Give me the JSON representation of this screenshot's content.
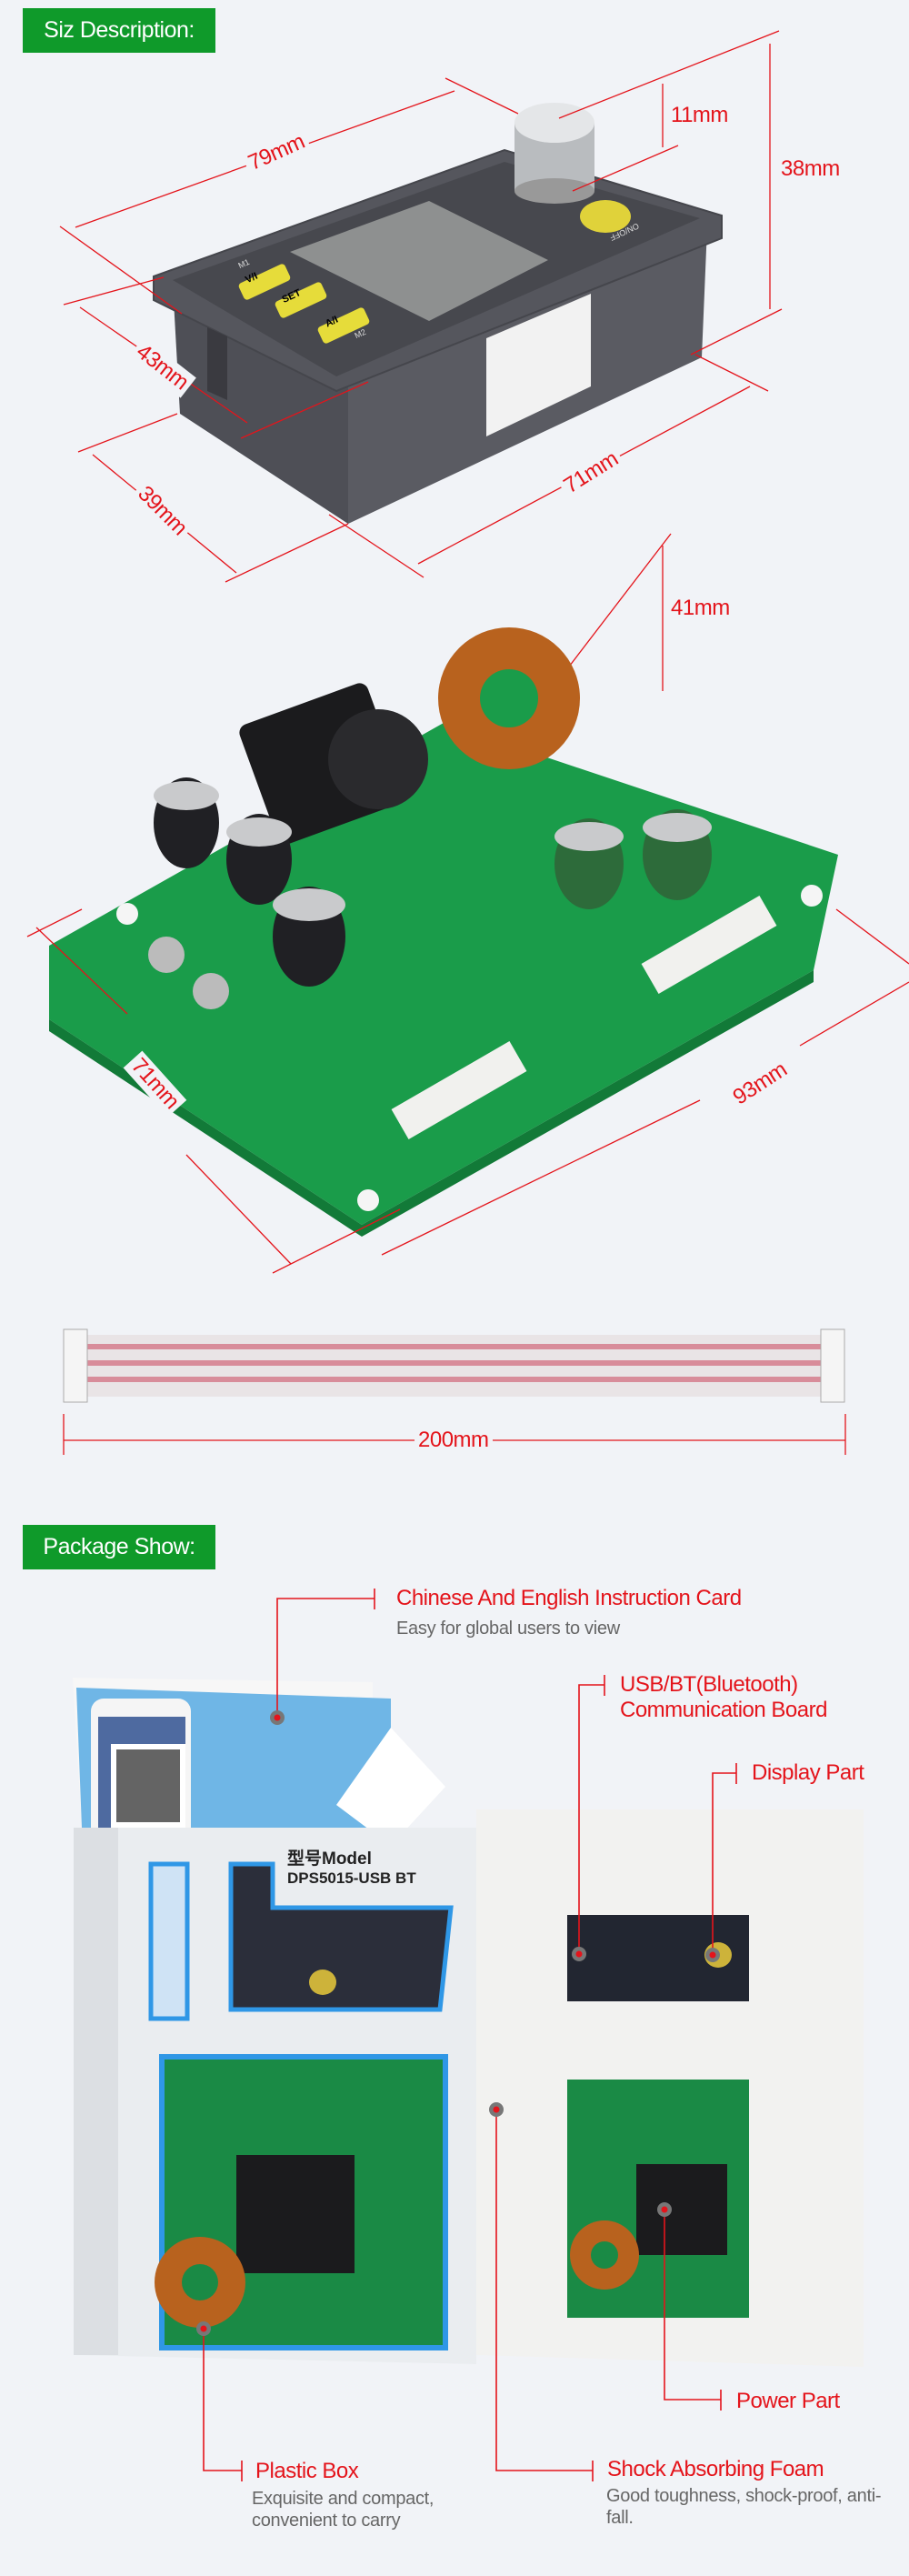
{
  "sections": {
    "size": {
      "title": "Siz Description:"
    },
    "package": {
      "title": "Package Show:"
    }
  },
  "dimensions": {
    "display_module": {
      "length": "79mm",
      "knob_height": "11mm",
      "height": "38mm",
      "front_depth": "43mm",
      "body_depth": "39mm",
      "body_length": "71mm"
    },
    "power_board": {
      "height": "41mm",
      "width": "71mm",
      "length": "93mm"
    },
    "cable": {
      "length": "200mm"
    }
  },
  "product_labels": {
    "display_buttons": [
      "V/I",
      "SET",
      "A/I"
    ],
    "display_marks": [
      "M1",
      "M2",
      "ON/OFF"
    ],
    "box_model_label": "型号Model",
    "box_model_number": "DPS5015-USB BT"
  },
  "callouts": [
    {
      "title": "Chinese And English Instruction Card",
      "subtitle": "Easy for global users to view"
    },
    {
      "title": "USB/BT(Bluetooth) Communication Board",
      "subtitle": ""
    },
    {
      "title": "Display Part",
      "subtitle": ""
    },
    {
      "title": "Power Part",
      "subtitle": ""
    },
    {
      "title": "Plastic Box",
      "subtitle": "Exquisite and compact, convenient to carry"
    },
    {
      "title": "Shock Absorbing Foam",
      "subtitle": "Good toughness, shock-proof, anti-fall."
    }
  ],
  "colors": {
    "banner": "#0f9a2a",
    "dimension_lines": "#e4141b",
    "background": "#f1f3f7"
  }
}
